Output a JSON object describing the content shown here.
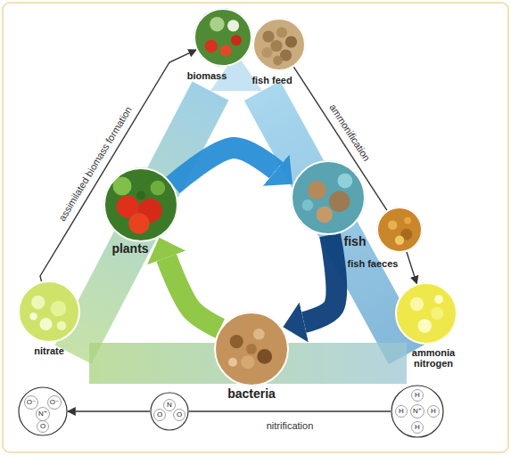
{
  "diagram": {
    "nodes": [
      {
        "text": [
          "biomass"
        ]
      },
      {
        "text": [
          "fish feed"
        ]
      },
      {
        "text": [
          "plants"
        ]
      },
      {
        "text": [
          "fish"
        ]
      },
      {
        "text": [
          "fish faeces"
        ]
      },
      {
        "text": [
          "nitrate"
        ]
      },
      {
        "text": [
          "bacteria"
        ]
      },
      {
        "text": [
          "ammonia nitrogen"
        ]
      },
      {
        "text": [
          "O⁻",
          "O⁻",
          "N⁺",
          "O"
        ]
      },
      {
        "text": [
          "O",
          "N",
          "O"
        ]
      },
      {
        "text": [
          "H",
          "H",
          "N⁺",
          "H",
          "H"
        ]
      }
    ],
    "edges": [
      {
        "from": 2,
        "to": 3,
        "arrow": "to"
      },
      {
        "from": 3,
        "to": 6,
        "arrow": "to"
      },
      {
        "from": 6,
        "to": 2,
        "arrow": "to"
      },
      {
        "from": 5,
        "to": 0,
        "label": "assimilated biomass formation",
        "arrow": "to"
      },
      {
        "from": 1,
        "to": 4,
        "label": "ammonification",
        "arrow": "none"
      },
      {
        "from": 4,
        "to": 7,
        "arrow": "to"
      },
      {
        "from": 10,
        "to": 9,
        "label": "nitrification",
        "arrow": "none"
      },
      {
        "from": 9,
        "to": 8,
        "arrow": "to"
      }
    ]
  }
}
